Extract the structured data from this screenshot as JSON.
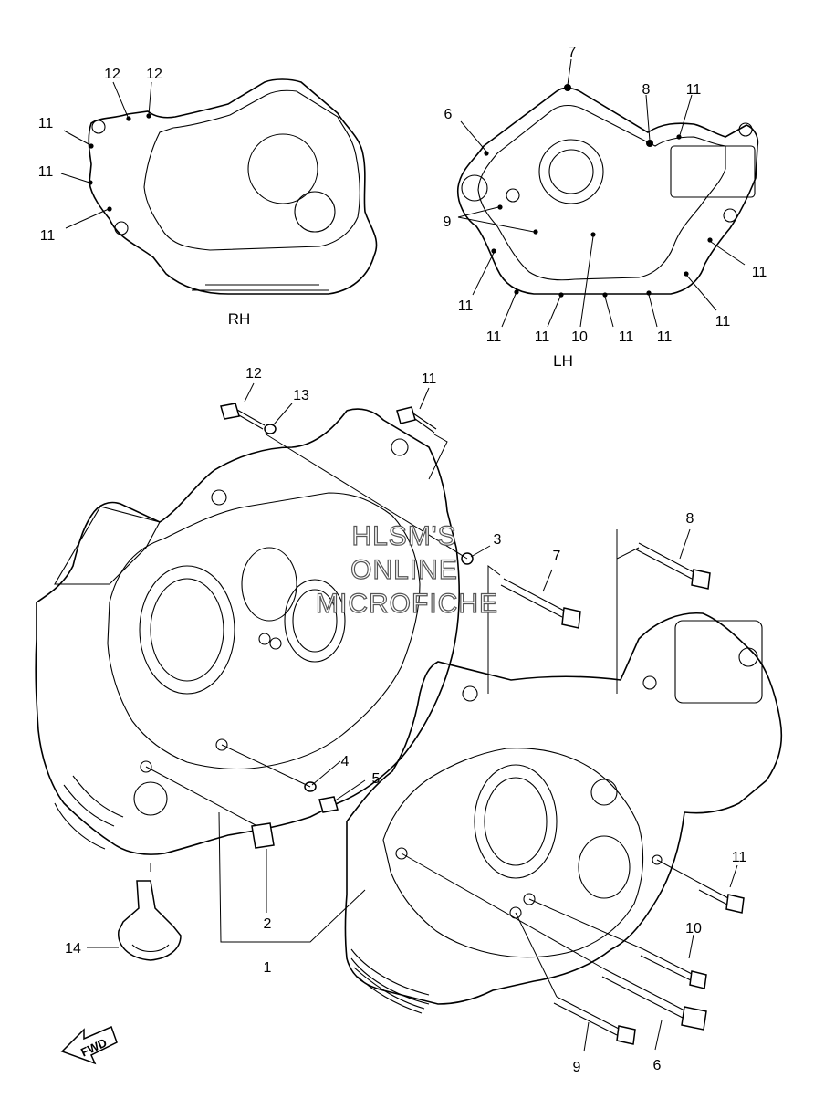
{
  "diagram": {
    "side_labels": {
      "rh": "RH",
      "lh": "LH"
    },
    "watermark": [
      "HLSM'S",
      "ONLINE",
      "MICROFICHE"
    ],
    "fwd_label": "FWD",
    "callouts": [
      {
        "id": "rh-12a",
        "text": "12"
      },
      {
        "id": "rh-12b",
        "text": "12"
      },
      {
        "id": "rh-11a",
        "text": "11"
      },
      {
        "id": "rh-11b",
        "text": "11"
      },
      {
        "id": "rh-11c",
        "text": "11"
      },
      {
        "id": "lh-7",
        "text": "7"
      },
      {
        "id": "lh-6",
        "text": "6"
      },
      {
        "id": "lh-8",
        "text": "8"
      },
      {
        "id": "lh-11top",
        "text": "11"
      },
      {
        "id": "lh-9",
        "text": "9"
      },
      {
        "id": "lh-11a",
        "text": "11"
      },
      {
        "id": "lh-11b",
        "text": "11"
      },
      {
        "id": "lh-11c",
        "text": "11"
      },
      {
        "id": "lh-10",
        "text": "10"
      },
      {
        "id": "lh-11d",
        "text": "11"
      },
      {
        "id": "lh-11e",
        "text": "11"
      },
      {
        "id": "lh-11f",
        "text": "11"
      },
      {
        "id": "lh-11g",
        "text": "11"
      },
      {
        "id": "m-12",
        "text": "12"
      },
      {
        "id": "m-13",
        "text": "13"
      },
      {
        "id": "m-11top",
        "text": "11"
      },
      {
        "id": "m-3",
        "text": "3"
      },
      {
        "id": "m-8",
        "text": "8"
      },
      {
        "id": "m-7",
        "text": "7"
      },
      {
        "id": "m-4",
        "text": "4"
      },
      {
        "id": "m-5",
        "text": "5"
      },
      {
        "id": "m-2",
        "text": "2"
      },
      {
        "id": "m-1",
        "text": "1"
      },
      {
        "id": "m-14",
        "text": "14"
      },
      {
        "id": "m-11right",
        "text": "11"
      },
      {
        "id": "m-10",
        "text": "10"
      },
      {
        "id": "m-9",
        "text": "9"
      },
      {
        "id": "m-6",
        "text": "6"
      }
    ]
  }
}
